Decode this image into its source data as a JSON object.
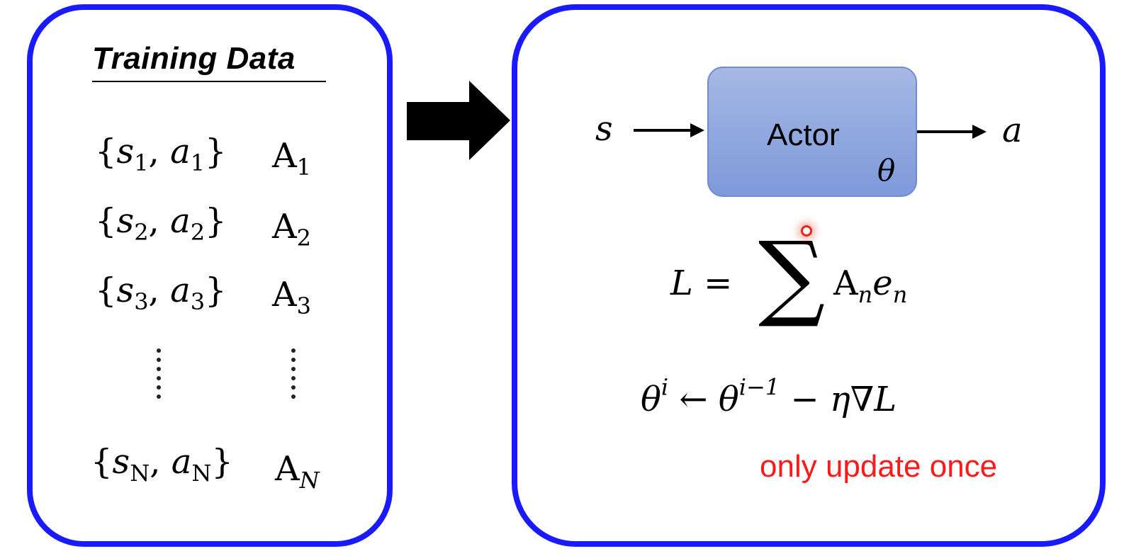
{
  "left_panel": {
    "title": "Training Data",
    "pairs": [
      {
        "state": "s",
        "state_sub": "1",
        "action": "a",
        "action_sub": "1",
        "adv": "A",
        "adv_sub": "1"
      },
      {
        "state": "s",
        "state_sub": "2",
        "action": "a",
        "action_sub": "2",
        "adv": "A",
        "adv_sub": "2"
      },
      {
        "state": "s",
        "state_sub": "3",
        "action": "a",
        "action_sub": "3",
        "adv": "A",
        "adv_sub": "3"
      },
      {
        "state": "s",
        "state_sub": "N",
        "action": "a",
        "action_sub": "N",
        "adv": "A",
        "adv_sub": "N"
      }
    ]
  },
  "right_panel": {
    "input_label": "s",
    "actor_label": "Actor",
    "actor_param": "θ",
    "output_label": "a",
    "loss": {
      "lhs": "L",
      "eq": "=",
      "sum": "∑",
      "a": "A",
      "a_sub": "n",
      "e": "e",
      "e_sub": "n"
    },
    "update": {
      "theta": "θ",
      "sup_i": "i",
      "arrow": "←",
      "theta2": "θ",
      "sup_prev": "i−1",
      "minus": "−",
      "eta": "η",
      "nabla": "∇",
      "L": "L"
    },
    "note": "only update once"
  },
  "colors": {
    "panel_border": "#1a1aff",
    "actor_fill": "#8fa6de",
    "note": "#ff1a1a"
  },
  "icons": {
    "big_arrow": "right-arrow-icon",
    "cursor": "cursor-dot-icon"
  }
}
